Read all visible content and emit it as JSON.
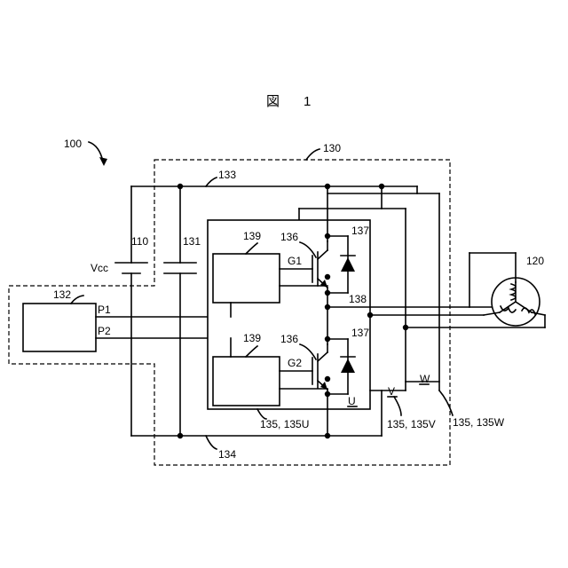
{
  "figure": {
    "title": "図　1"
  },
  "labels": {
    "system": "100",
    "inverter_device": "130",
    "battery": "110",
    "vcc": "Vcc",
    "capacitor": "131",
    "controller": "132",
    "pos_bus": "133",
    "neg_bus": "134",
    "gate_driver_upper": "139",
    "gate_driver_lower": "139",
    "igbt_upper": "136",
    "igbt_lower": "136",
    "diode_upper": "137",
    "diode_lower": "137",
    "gate_upper": "G1",
    "gate_lower": "G2",
    "midpoint": "138",
    "signal_p1": "P1",
    "signal_p2": "P2",
    "motor": "120",
    "phase_u": "U",
    "phase_v": "V",
    "phase_w": "W",
    "module_u": "135, 135U",
    "module_v": "135, 135V",
    "module_w": "135, 135W"
  }
}
